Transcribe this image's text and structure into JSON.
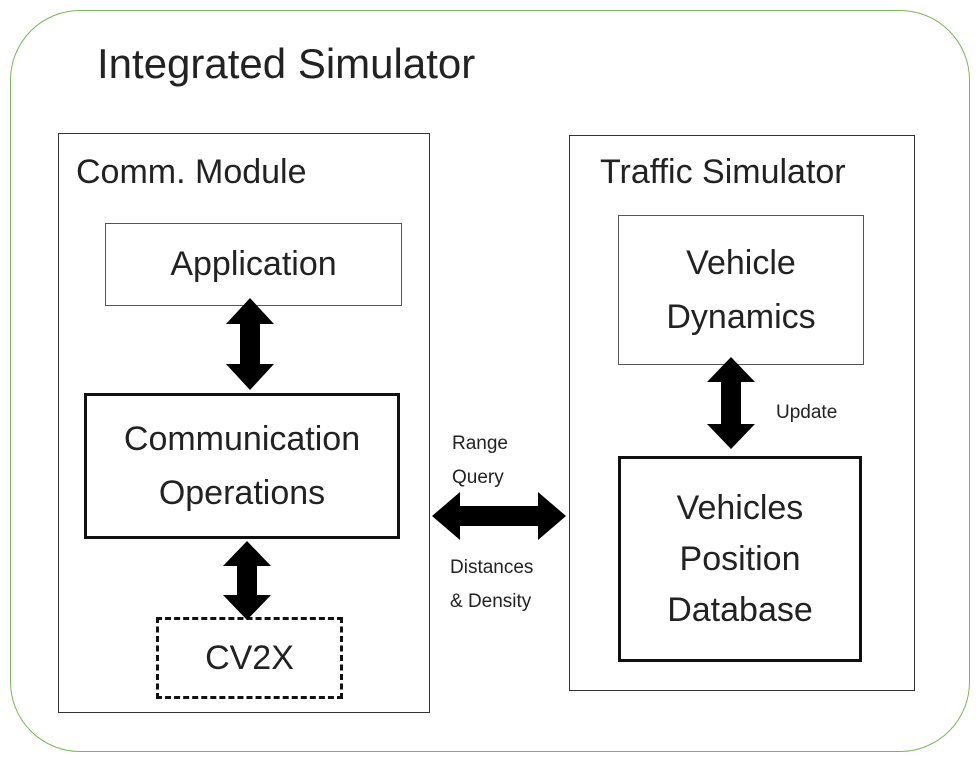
{
  "title": "Integrated Simulator",
  "left_module": {
    "title": "Comm. Module",
    "application": "Application",
    "comm_ops": [
      "Communication",
      "Operations"
    ],
    "cv2x": "CV2X"
  },
  "right_module": {
    "title": "Traffic Simulator",
    "vehicle_dynamics": [
      "Vehicle",
      "Dynamics"
    ],
    "vehicles_db": [
      "Vehicles",
      "Position",
      "Database"
    ]
  },
  "edges": {
    "range_query": [
      "Range",
      "Query"
    ],
    "distances_density": [
      "Distances",
      "& Density"
    ],
    "update": "Update"
  },
  "colors": {
    "outer_border": "#7fb55a",
    "arrow": "#000000"
  }
}
